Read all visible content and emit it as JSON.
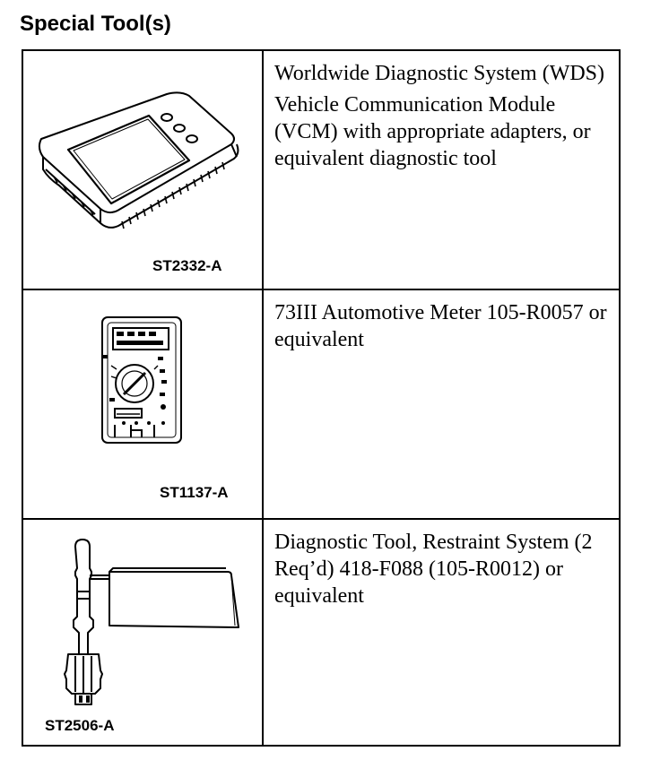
{
  "page": {
    "title": "Special Tool(s)"
  },
  "tools": [
    {
      "image_id": "ST2332-A",
      "icon": "diagnostic-tablet-icon",
      "lines": [
        "Worldwide Diagnostic System (WDS)",
        "Vehicle Communication Module (VCM) with appropriate adapters, or equivalent diagnostic tool"
      ]
    },
    {
      "image_id": "ST1137-A",
      "icon": "multimeter-icon",
      "lines": [
        "73III Automotive Meter 105-R0057 or equivalent"
      ]
    },
    {
      "image_id": "ST2506-A",
      "icon": "restraint-diagnostic-tool-icon",
      "lines": [
        "Diagnostic Tool, Restraint System (2 Req’d) 418-F088 (105-R0012) or equivalent"
      ]
    }
  ]
}
